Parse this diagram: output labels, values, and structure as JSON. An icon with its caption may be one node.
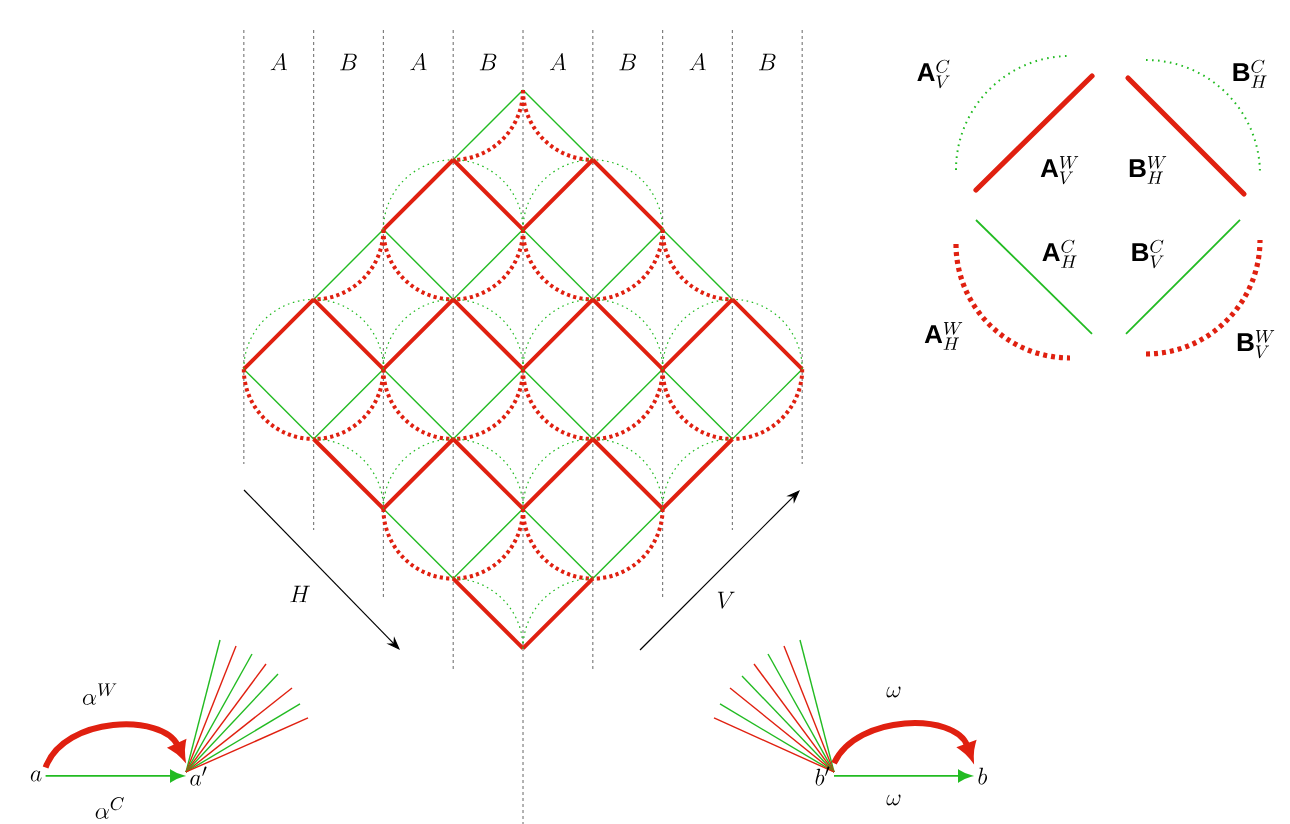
{
  "diagram": {
    "nodes": [
      {
        "text": [
          "a"
        ]
      },
      {
        "text": [
          "a'"
        ]
      },
      {
        "text": [
          "b'"
        ]
      },
      {
        "text": [
          "b"
        ]
      }
    ],
    "edges": [
      {
        "from": 0,
        "to": 1,
        "arrow": "to",
        "label": "\\alpha^W",
        "style": "thick",
        "color": "#e02010"
      },
      {
        "from": 0,
        "to": 1,
        "arrow": "to",
        "label": "\\alpha^C",
        "color": "#22bb22"
      },
      {
        "from": 2,
        "to": 3,
        "arrow": "to",
        "label": "\\omega",
        "style": "thick",
        "color": "#e02010"
      },
      {
        "from": 2,
        "to": 3,
        "arrow": "to",
        "label": "\\omega",
        "color": "#22bb22"
      }
    ],
    "labels": [
      "A",
      "B",
      "A",
      "B",
      "A",
      "B",
      "A",
      "B",
      "H",
      "V",
      "\\mathbf{A}_V^C",
      "\\mathbf{B}_H^C",
      "\\mathbf{A}_V^W",
      "\\mathbf{B}_H^W",
      "\\mathbf{A}_H^C",
      "\\mathbf{B}_V^C",
      "\\mathbf{A}_H^W",
      "\\mathbf{B}_V^W"
    ]
  }
}
